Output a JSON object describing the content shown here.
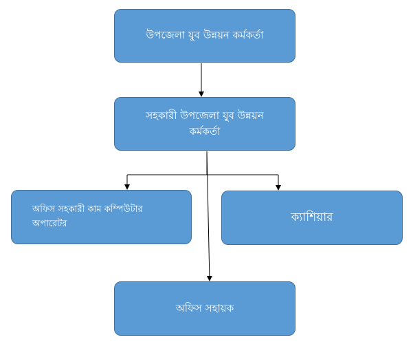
{
  "diagram": {
    "nodes": {
      "head": "উপজেলা যুব উন্নয়ন কর্মকর্তা",
      "assistant": "সহকারী উপজেলা যুব উন্নয়ন কর্মকর্তা",
      "operator": "অফিস সহকারী কাম কম্পিউটার অপারেটর",
      "cashier": "ক্যাশিয়ার",
      "office_assistant": "অফিস সহায়ক"
    },
    "edges": [
      {
        "from": "head",
        "to": "assistant"
      },
      {
        "from": "assistant",
        "to": "operator"
      },
      {
        "from": "assistant",
        "to": "cashier"
      },
      {
        "from": "assistant",
        "to": "office_assistant"
      }
    ],
    "colors": {
      "node_fill": "#5b9bd5",
      "node_border": "#41719c",
      "node_text": "#ffffff",
      "connector": "#000000"
    }
  }
}
